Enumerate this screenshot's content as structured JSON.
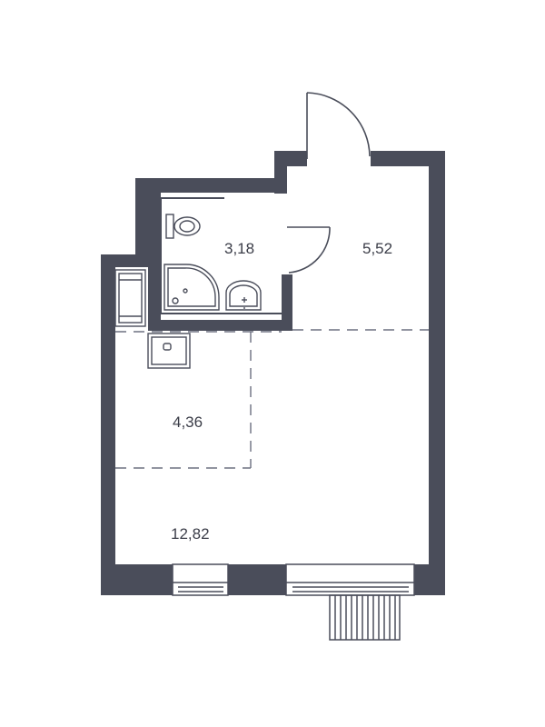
{
  "floor_plan": {
    "colors": {
      "wall": "#4a4d5a",
      "line": "#4a4d5a",
      "background": "#ffffff"
    },
    "rooms": [
      {
        "id": "bathroom",
        "area": "3,18"
      },
      {
        "id": "hallway",
        "area": "5,52"
      },
      {
        "id": "kitchen",
        "area": "4,36"
      },
      {
        "id": "living",
        "area": "12,82"
      }
    ],
    "fixtures": [
      "toilet-icon",
      "shower-icon",
      "sink-icon",
      "stove-icon",
      "fridge-icon",
      "radiator-icon"
    ]
  }
}
